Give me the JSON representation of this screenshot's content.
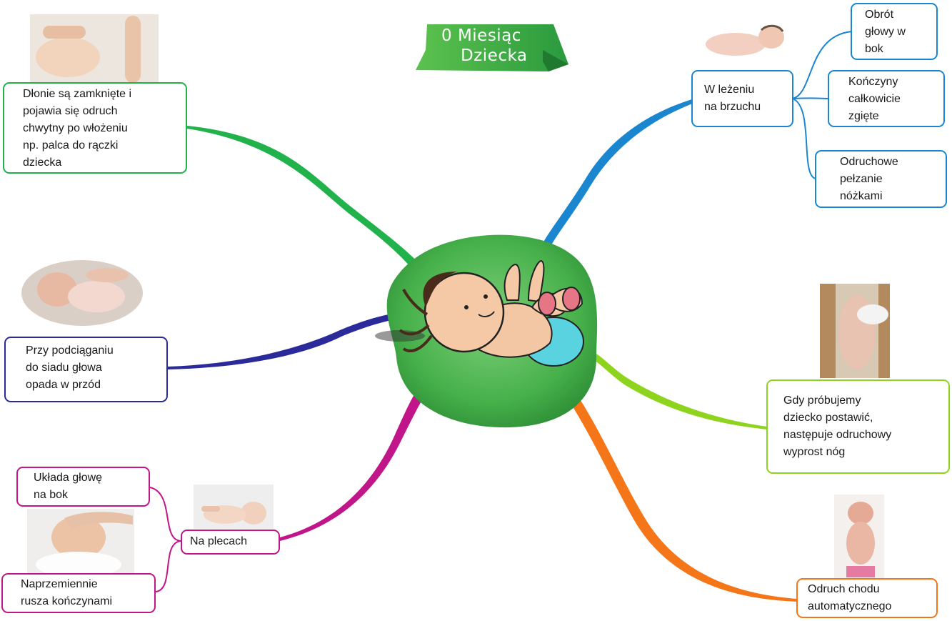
{
  "title": {
    "line1": "0 Miesiąc",
    "line2": "Dziecka"
  },
  "colors": {
    "green_branch": "#22b24c",
    "blue_branch": "#1a86d0",
    "navy_branch": "#2a2a9a",
    "magenta_branch": "#c0168a",
    "lime_branch": "#8ed31e",
    "orange_branch": "#f57618",
    "center_blob": "#46b04a",
    "banner": "#3aa844"
  },
  "center": {
    "icon": "baby-lying-on-back-icon"
  },
  "topics": {
    "grasp": {
      "text": "Dłonie są zamknięte i\npojawia się odruch\nchwytny po włożeniu\nnp. palca do rączki\ndziecka",
      "photo": "baby-hand-grasping-finger-photo"
    },
    "pull_to_sit": {
      "text": "Przy podciąganiu\ndo siadu głowa\nopada w przód",
      "photo": "baby-pulled-to-sit-photo"
    },
    "on_back": {
      "text": "Na plecach",
      "photo": "baby-on-back-photo",
      "children": [
        {
          "text": "Układa głowę\nna bok"
        },
        {
          "text": "Naprzemiennie\nrusza kończynami"
        }
      ],
      "child_photo": "baby-head-turned-photo"
    },
    "on_belly": {
      "text": "W leżeniu\nna brzuchu",
      "photo": "baby-on-belly-photo",
      "children": [
        {
          "text": "Obrót\ngłowy w\nbok"
        },
        {
          "text": "Kończyny\ncałkowicie\nzgięte"
        },
        {
          "text": "Odruchowe\npełzanie\nnóżkami"
        }
      ]
    },
    "standing": {
      "text": "Gdy próbujemy\ndziecko postawić,\nnastępuje odruchowy\nwyprost nóg",
      "photo": "baby-held-standing-photo"
    },
    "walking": {
      "text": "Odruch chodu\nautomatycznego",
      "photo": "baby-stepping-reflex-photo"
    }
  }
}
